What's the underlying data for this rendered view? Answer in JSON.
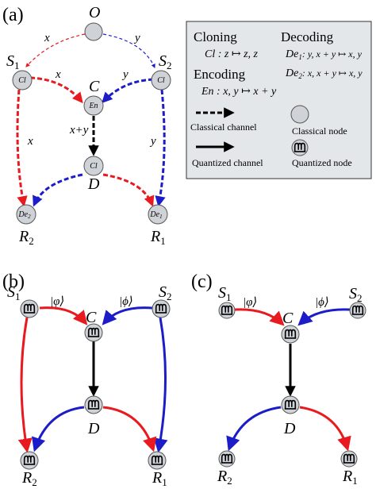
{
  "panels": {
    "a": "(a)",
    "b": "(b)",
    "c": "(c)"
  },
  "colors": {
    "red": "#e8191f",
    "blue": "#1c1cc8",
    "black": "#000000",
    "node_fill": "#cfd3d8",
    "legend_bg": "#e4e7ea"
  },
  "panel_a": {
    "nodes": {
      "O": "O",
      "S1": "S",
      "S1_sub": "1",
      "S2": "S",
      "S2_sub": "2",
      "C": "C",
      "D": "D",
      "R1": "R",
      "R1_sub": "1",
      "R2": "R",
      "R2_sub": "2"
    },
    "node_inner": {
      "S1": "Cl",
      "S2": "Cl",
      "C": "En",
      "D": "Cl",
      "R2_main": "De",
      "R2_sub": "2",
      "R1_main": "De",
      "R1_sub": "1"
    },
    "edges": {
      "O_S1": "x",
      "O_S2": "y",
      "S1_C": "x",
      "S2_C": "y",
      "C_D": "x+y",
      "S1_R2": "x",
      "S2_R1": "y"
    }
  },
  "legend": {
    "cloning_head": "Cloning",
    "cloning_formula": "Cl : z ↦ z, z",
    "encoding_head": "Encoding",
    "encoding_formula": "En : x, y ↦ x + y",
    "decoding_head": "Decoding",
    "decoding_1_main": "De",
    "decoding_1_sub": "1",
    "decoding_1_rest": ": y, x + y ↦ x, y",
    "decoding_2_main": "De",
    "decoding_2_sub": "2",
    "decoding_2_rest": ": x, x + y ↦ x, y",
    "classical_channel": "Classical channel",
    "quantized_channel": "Quantized channel",
    "classical_node": "Classical node",
    "quantized_node": "Quantized node"
  },
  "panel_b": {
    "S1": "S",
    "S1_sub": "1",
    "S2": "S",
    "S2_sub": "2",
    "C": "C",
    "D": "D",
    "R1": "R",
    "R1_sub": "1",
    "R2": "R",
    "R2_sub": "2",
    "phi_left": "|φ⟩",
    "phi_right": "|ϕ⟩"
  },
  "panel_c": {
    "S1": "S",
    "S1_sub": "1",
    "S2": "S",
    "S2_sub": "2",
    "C": "C",
    "D": "D",
    "R1": "R",
    "R1_sub": "1",
    "R2": "R",
    "R2_sub": "2",
    "phi_left": "|φ⟩",
    "phi_right": "|ϕ⟩"
  }
}
